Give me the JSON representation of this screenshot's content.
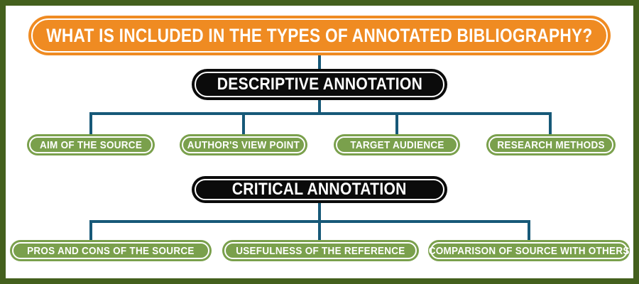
{
  "title": {
    "label": "WHAT IS INCLUDED IN THE TYPES OF ANNOTATED BIBLIOGRAPHY?"
  },
  "sections": [
    {
      "heading": "DESCRIPTIVE ANNOTATION",
      "items": [
        "AIM OF THE SOURCE",
        "AUTHOR'S VIEW POINT",
        "TARGET AUDIENCE",
        "RESEARCH METHODS"
      ]
    },
    {
      "heading": "CRITICAL ANNOTATION",
      "items": [
        "PROS AND CONS OF THE SOURCE",
        "USEFULNESS OF THE REFERENCE",
        "COMPARISON OF SOURCE WITH OTHERS"
      ]
    }
  ],
  "colors": {
    "page_border": "#44601d",
    "title_fill": "#ef8b22",
    "heading_fill": "#0b0b0b",
    "leaf_fill": "#7aa04c",
    "connector": "#175978",
    "text": "#ffffff",
    "background": "#ffffff"
  }
}
